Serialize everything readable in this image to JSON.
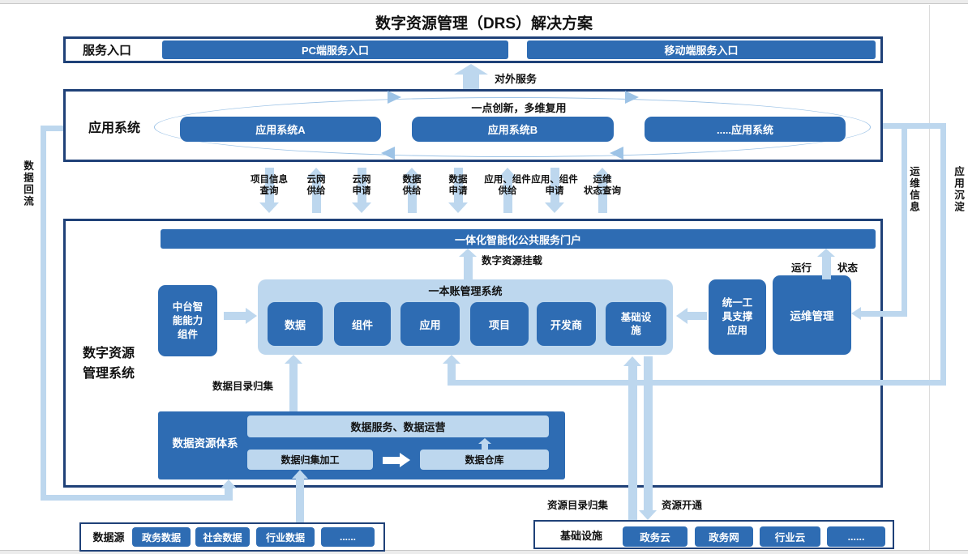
{
  "title": "数字资源管理（DRS）解决方案",
  "colors": {
    "primary_blue": "#2e6cb3",
    "light_blue": "#bdd7ee",
    "arrow_blue": "#9dc3e6",
    "border_navy": "#1f4178"
  },
  "service_entry": {
    "label": "服务入口",
    "pc_entry": "PC端服务入口",
    "mobile_entry": "移动端服务入口",
    "external_service_label": "对外服务"
  },
  "app_system": {
    "label": "应用系统",
    "slogan": "一点创新，多维复用",
    "app_a": "应用系统A",
    "app_b": "应用系统B",
    "app_more": ".....应用系统"
  },
  "exchange_arrows": [
    {
      "line1": "项目信息",
      "line2": "查询",
      "direction": "down"
    },
    {
      "line1": "云网",
      "line2": "供给",
      "direction": "up"
    },
    {
      "line1": "云网",
      "line2": "申请",
      "direction": "down"
    },
    {
      "line1": "数据",
      "line2": "供给",
      "direction": "up"
    },
    {
      "line1": "数据",
      "line2": "申请",
      "direction": "down"
    },
    {
      "line1": "应用、组件",
      "line2": "供给",
      "direction": "up"
    },
    {
      "line1": "应用、组件",
      "line2": "申请",
      "direction": "down"
    },
    {
      "line1": "运维",
      "line2": "状态查询",
      "direction": "up"
    }
  ],
  "drs_system": {
    "label_line1": "数字资源",
    "label_line2": "管理系统",
    "portal": "一体化智能化公共服务门户",
    "mount_label": "数字资源挂载",
    "ledger": {
      "title": "一本账管理系统",
      "items": [
        "数据",
        "组件",
        "应用",
        "项目",
        "开发商",
        "基础设施"
      ]
    },
    "middle_platform": {
      "line1": "中台智",
      "line2": "能能力",
      "line3": "组件"
    },
    "unified_tool": {
      "line1": "统一工",
      "line2": "具支撑",
      "line3": "应用"
    },
    "ops_management": "运维管理",
    "run_label": "运行",
    "status_label": "状态",
    "data_catalog_label": "数据目录归集",
    "data_resource_system": {
      "label": "数据资源体系",
      "service_ops_bar": "数据服务、数据运营",
      "collect_process": "数据归集加工",
      "warehouse": "数据仓库"
    }
  },
  "side_labels": {
    "data_backflow": "数据回流",
    "ops_info": "运维信息",
    "app_deposit": "应用沉淀"
  },
  "bottom_flows": {
    "resource_catalog": "资源目录归集",
    "resource_open": "资源开通"
  },
  "data_source": {
    "label": "数据源",
    "chips": [
      "政务数据",
      "社会数据",
      "行业数据",
      "......"
    ]
  },
  "infrastructure": {
    "label": "基础设施",
    "chips": [
      "政务云",
      "政务网",
      "行业云",
      "......"
    ]
  }
}
